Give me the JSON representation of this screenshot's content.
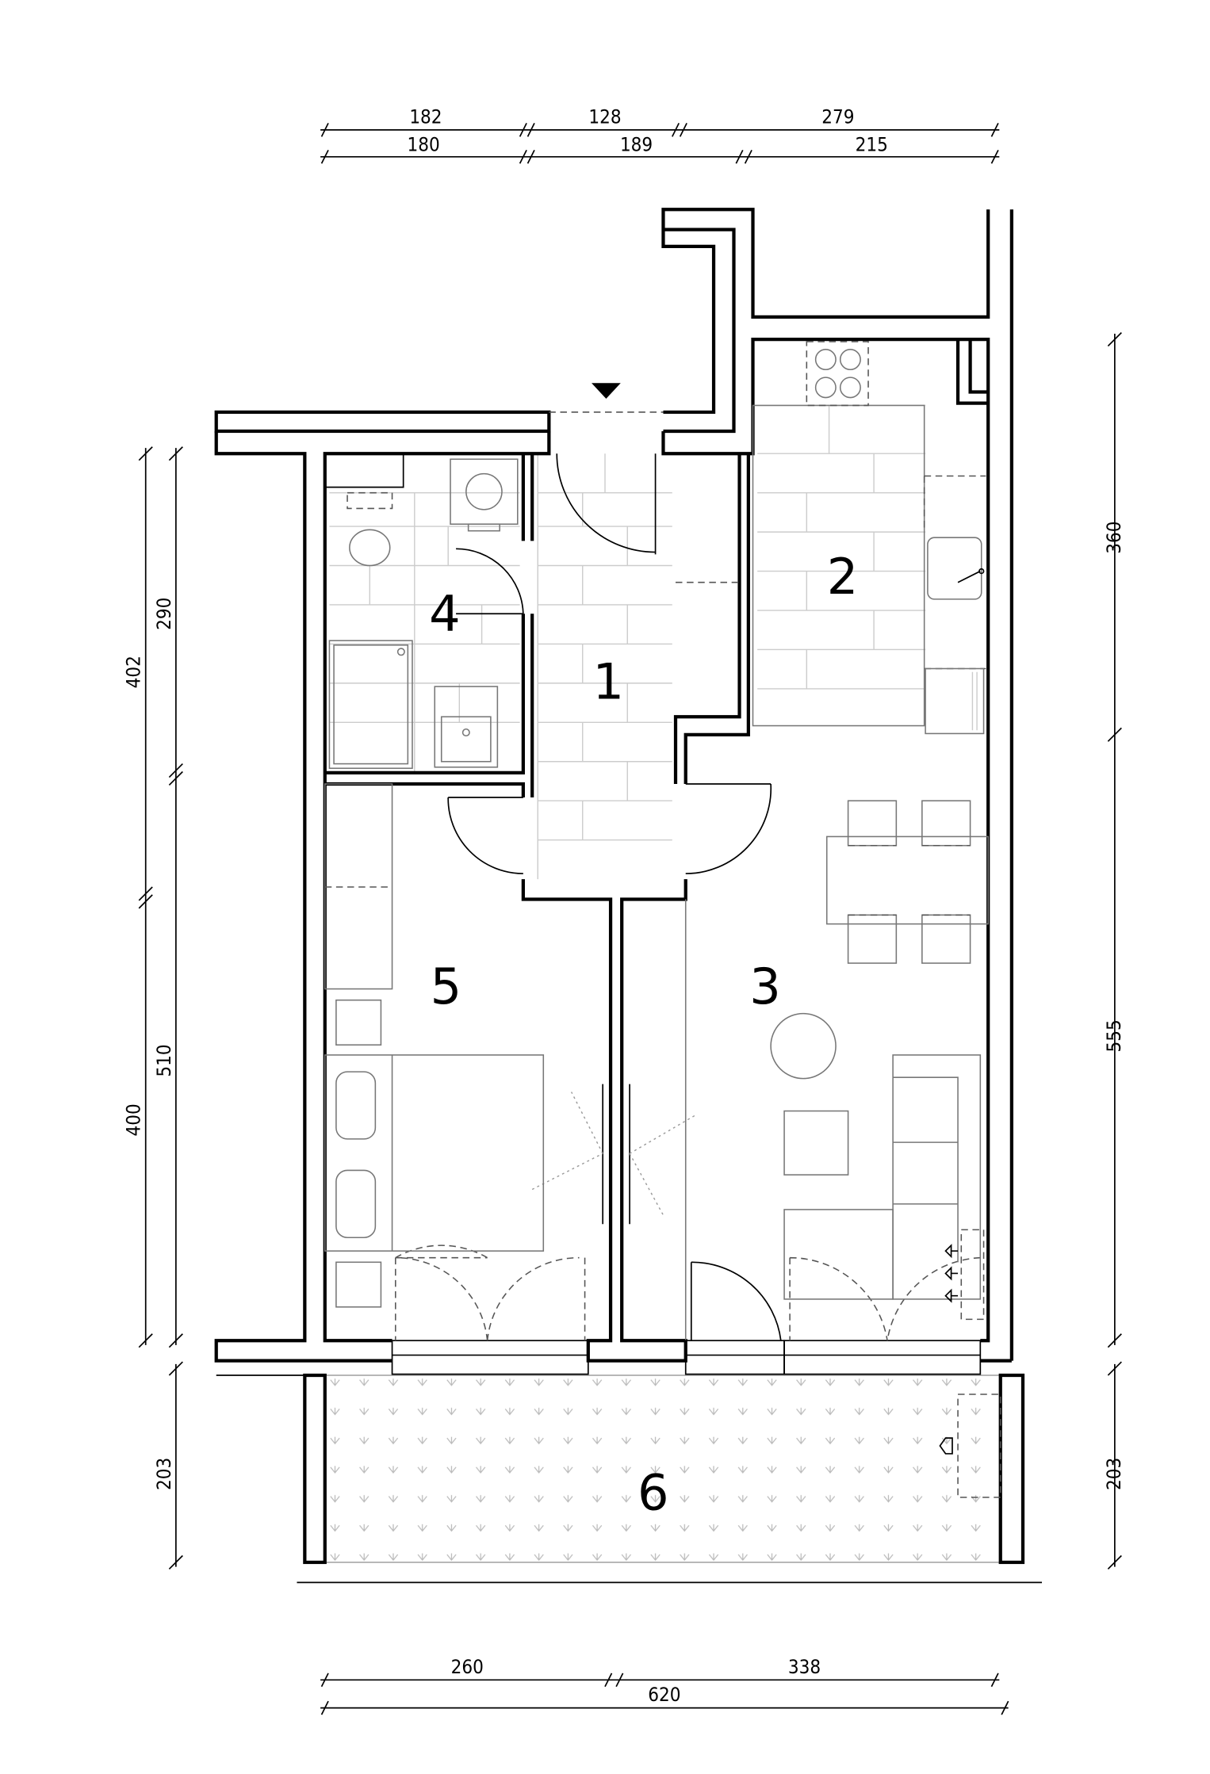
{
  "plan": {
    "rooms": [
      {
        "number": "1"
      },
      {
        "number": "2"
      },
      {
        "number": "3"
      },
      {
        "number": "4"
      },
      {
        "number": "5"
      },
      {
        "number": "6"
      }
    ],
    "dimensions": {
      "top_row1": [
        "182",
        "128",
        "279"
      ],
      "top_row2": [
        "180",
        "189",
        "215"
      ],
      "left_outer": [
        "402",
        "400"
      ],
      "left_inner": [
        "290",
        "510",
        "203"
      ],
      "right": [
        "360",
        "555",
        "203"
      ],
      "bottom_row1": [
        "260",
        "338"
      ],
      "bottom_row2": [
        "620"
      ]
    }
  }
}
